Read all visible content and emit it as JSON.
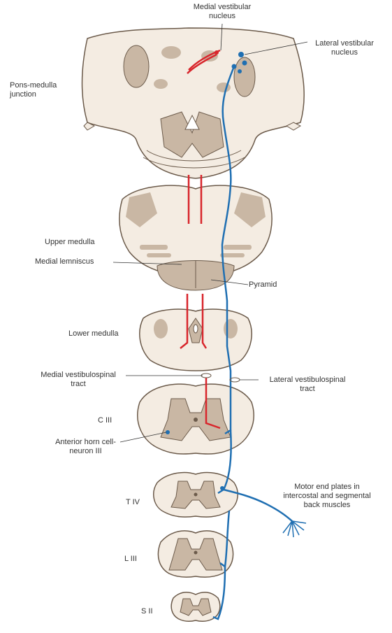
{
  "labels": {
    "medial_vestibular_nucleus": [
      "Medial vestibular",
      "nucleus"
    ],
    "lateral_vestibular_nucleus": [
      "Lateral vestibular",
      "nucleus"
    ],
    "pons_medulla_junction": [
      "Pons-medulla",
      "junction"
    ],
    "upper_medulla": "Upper medulla",
    "medial_lemniscus": "Medial lemniscus",
    "pyramid": "Pyramid",
    "lower_medulla": "Lower medulla",
    "medial_vestibulospinal_tract": [
      "Medial vestibulospinal",
      "tract"
    ],
    "lateral_vestibulospinal_tract": [
      "Lateral vestibulospinal",
      "tract"
    ],
    "c_iii": "C III",
    "anterior_horn_cell": [
      "Anterior horn cell-",
      "neuron III"
    ],
    "t_iv": "T IV",
    "motor_end_plates": [
      "Motor end plates in",
      "intercostal and segmental",
      "back muscles"
    ],
    "l_iii": "L III",
    "s_ii": "S II"
  },
  "colors": {
    "medial_tract": "#d8262c",
    "lateral_tract": "#1f6fb2",
    "white_matter": "#f4ece2",
    "grey_matter": "#c9b7a4",
    "outline": "#6b5a4a",
    "label_text": "#333333"
  }
}
